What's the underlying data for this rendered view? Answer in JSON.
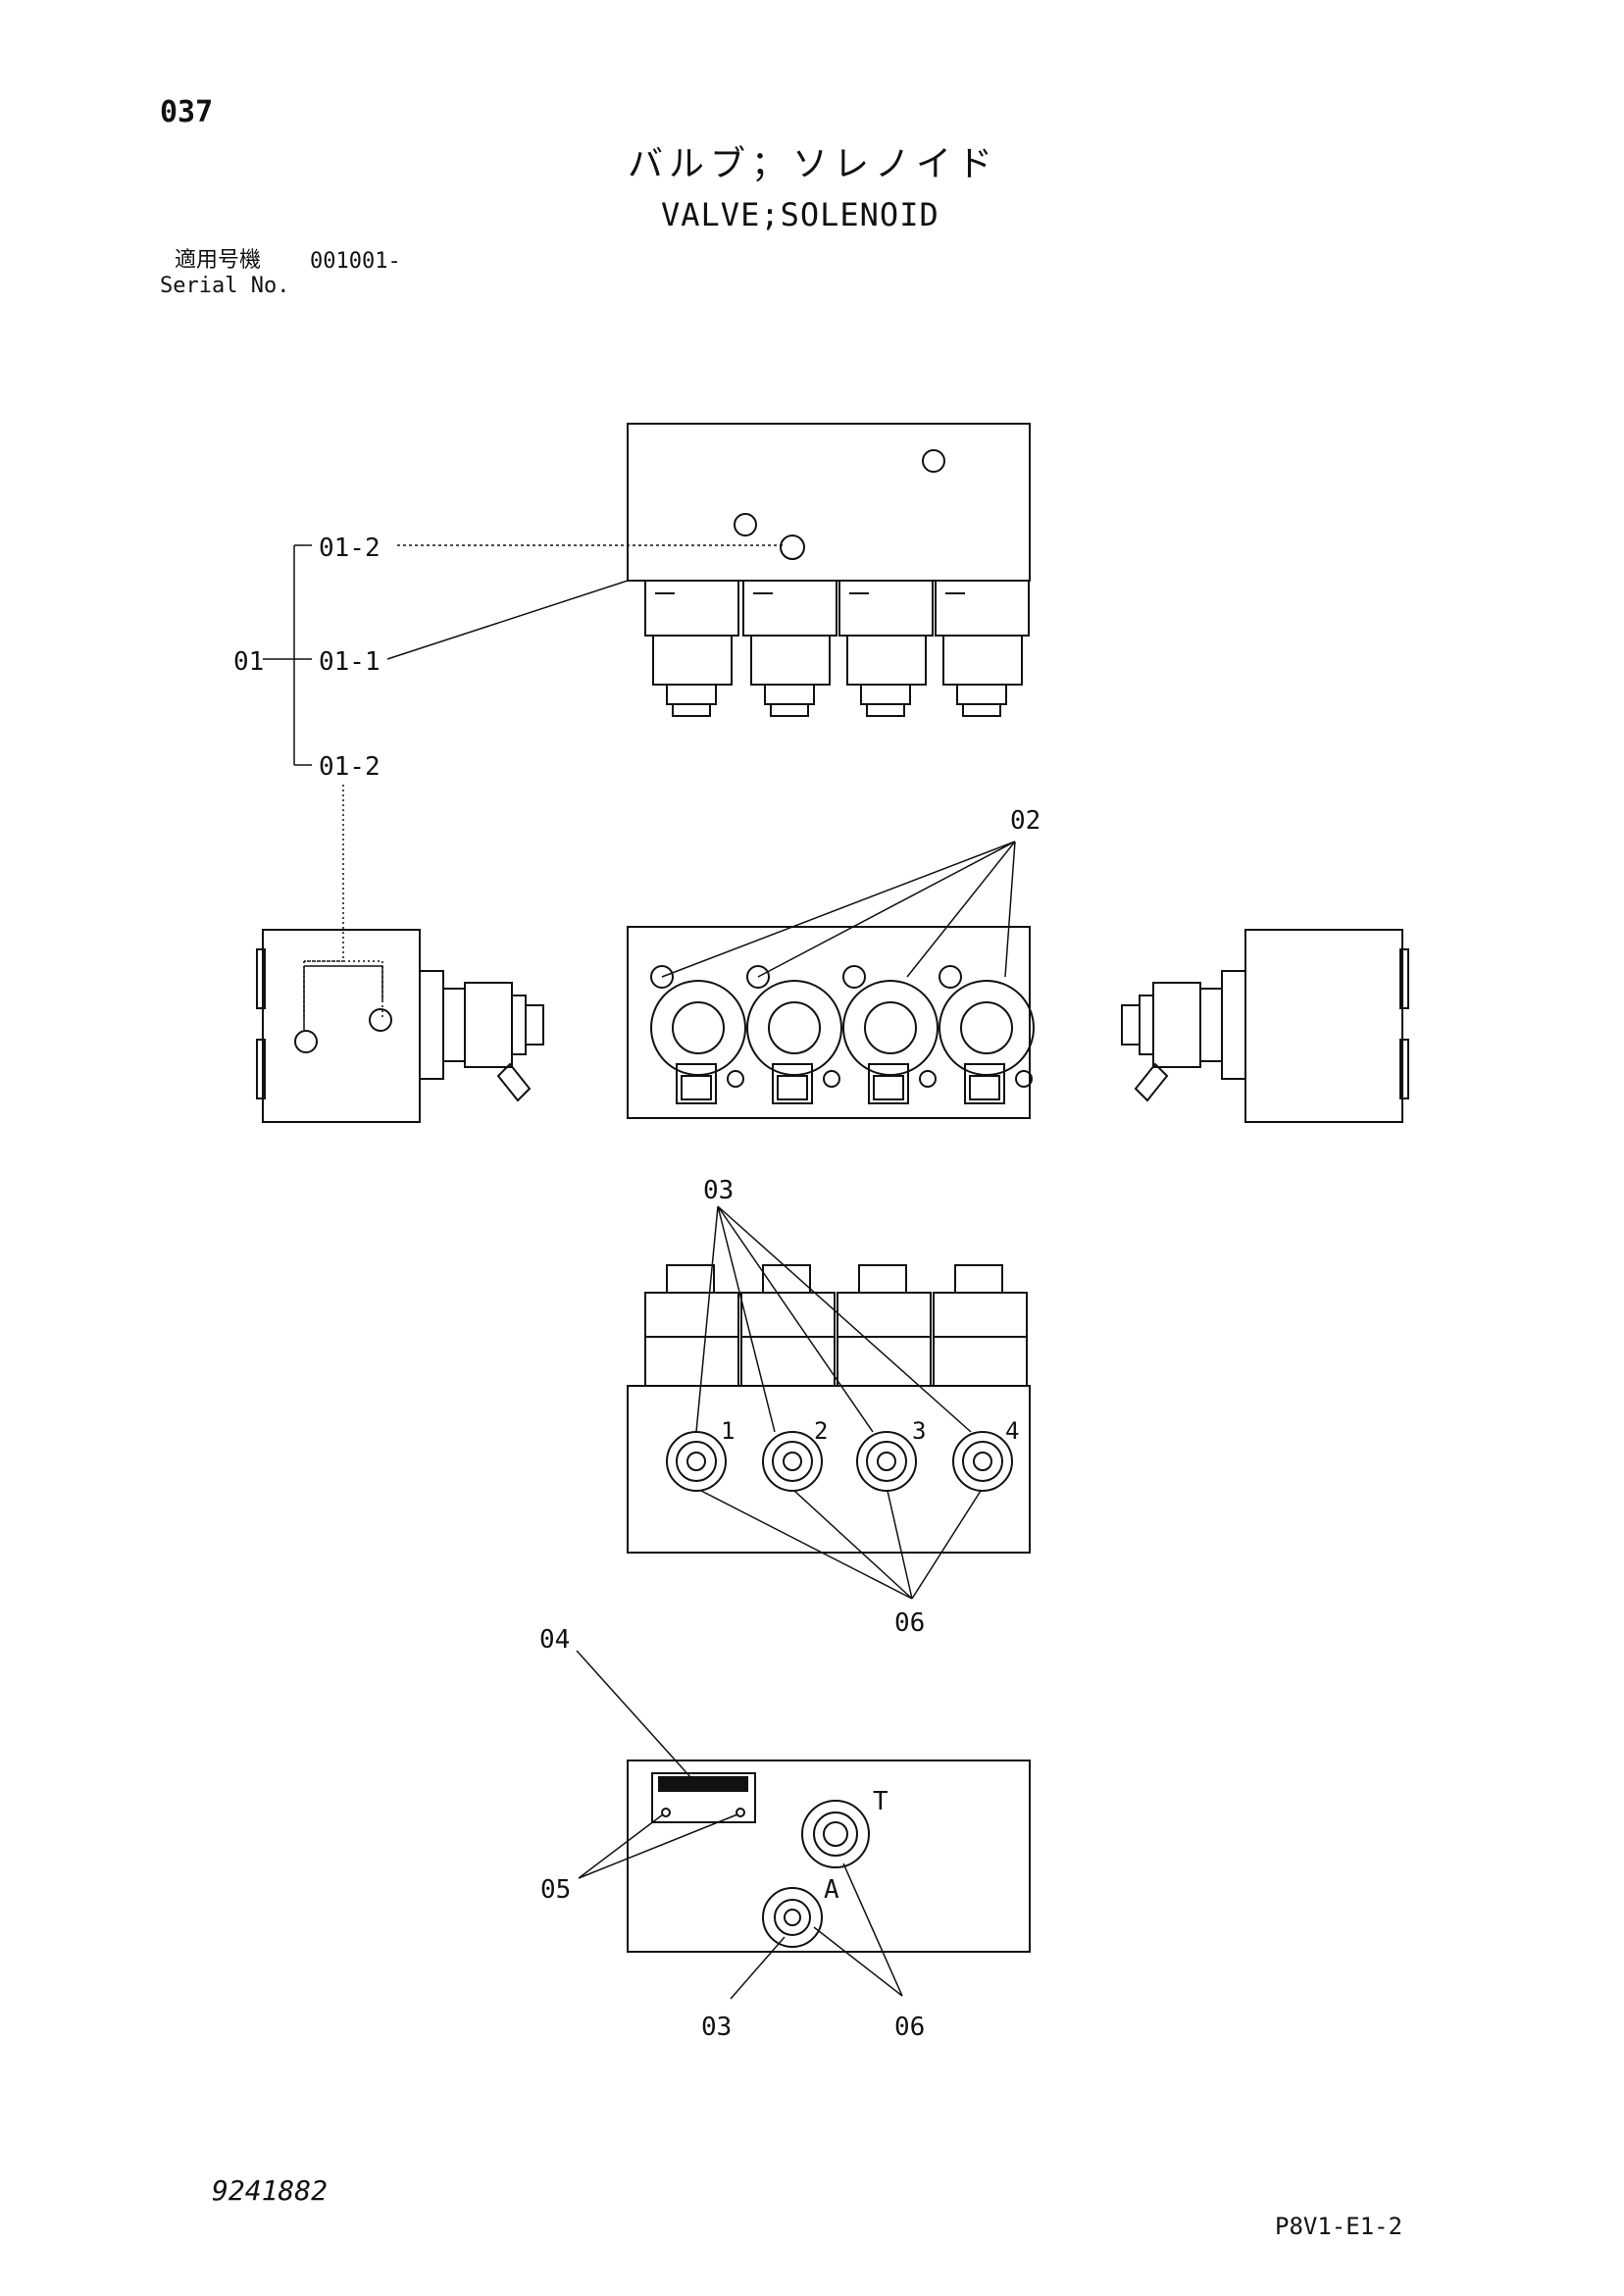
{
  "page_number": "037",
  "title_jp": "バルブ；ソレノイド",
  "title_en": "VALVE;SOLENOID",
  "serial": {
    "label_jp": "適用号機",
    "value": "001001-",
    "label_en": "Serial No."
  },
  "callouts": {
    "c01": "01",
    "c01_1": "01-1",
    "c01_2_top": "01-2",
    "c01_2_bottom": "01-2",
    "c02": "02",
    "c03_top": "03",
    "c03_bottom": "03",
    "c04": "04",
    "c05": "05",
    "c06_mid": "06",
    "c06_bottom": "06"
  },
  "port_numbers": [
    "1",
    "2",
    "3",
    "4"
  ],
  "port_labels": {
    "tank": "T",
    "a": "A"
  },
  "footer": {
    "drawing_number": "9241882",
    "sheet_ref": "P8V1-E1-2"
  }
}
